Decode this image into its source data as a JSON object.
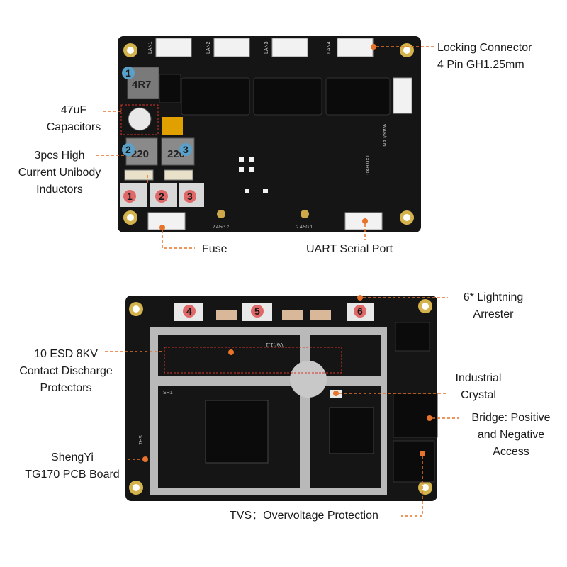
{
  "top_callouts": {
    "locking_connector": [
      "Locking Connector",
      "4 Pin GH1.25mm"
    ],
    "capacitors": [
      "47uF",
      "Capacitors"
    ],
    "inductors": [
      "3pcs High",
      "Current Unibody",
      "Inductors"
    ],
    "fuse": "Fuse",
    "uart": "UART Serial Port"
  },
  "bottom_callouts": {
    "lightning": [
      "6* Lightning",
      "Arrester"
    ],
    "esd": [
      "10 ESD 8KV",
      "Contact Discharge",
      "Protectors"
    ],
    "crystal": [
      "Industrial",
      "Crystal"
    ],
    "bridge": [
      "Bridge: Positive",
      "and Negative",
      "Access"
    ],
    "pcb": [
      "ShengYi",
      "TG170 PCB Board"
    ],
    "tvs": "TVS：Overvoltage Protection"
  },
  "badges": {
    "top": [
      "1",
      "2",
      "3",
      "1",
      "2",
      "3"
    ],
    "bottom": [
      "4",
      "5",
      "6"
    ]
  },
  "silkscreen": {
    "lan_ports": [
      "LAN1",
      "LAN2",
      "LAN3",
      "LAN4"
    ],
    "wan_lan": "WAN/LAN",
    "inductor_marks": [
      "4R7",
      "220",
      "220"
    ],
    "antennas": [
      "2.4/5G 2",
      "2.4/5G 1"
    ],
    "version": "Ver:1.1",
    "shield": "SH1",
    "uart_pins": [
      "TX0",
      "RX0"
    ]
  },
  "colors": {
    "accent": "#e8732a",
    "pcb": "#151515",
    "badge_red": "#e06868",
    "badge_blue": "#5aa0c8",
    "shield": "#b9b9b9"
  }
}
